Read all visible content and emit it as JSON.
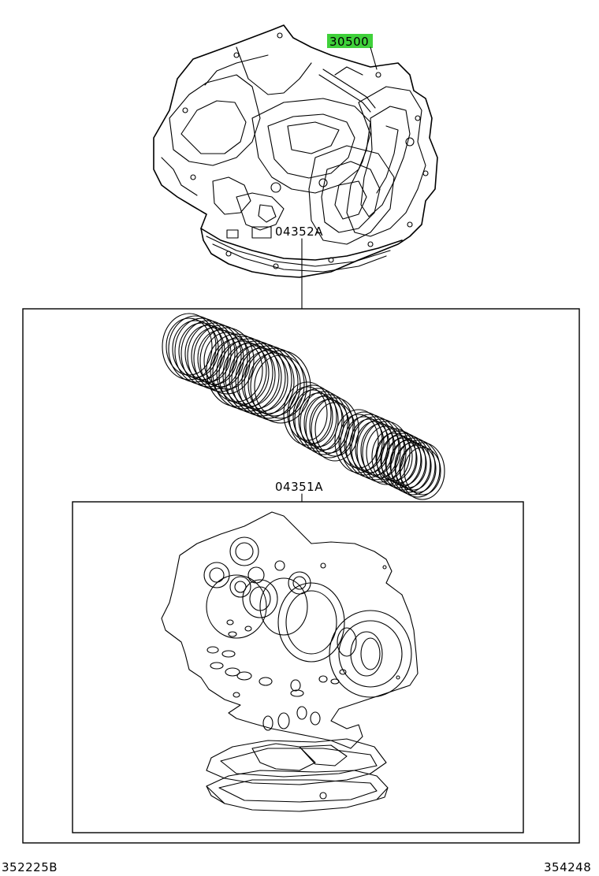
{
  "parts": {
    "transaxle_number": "30500",
    "overhaul_kit_number": "04352A",
    "gasket_kit_number": "04351A"
  },
  "footer": {
    "left_code": "352225B",
    "right_code": "354248"
  },
  "colors": {
    "highlight": "#3fd13a",
    "line": "#000000",
    "background": "#ffffff"
  }
}
